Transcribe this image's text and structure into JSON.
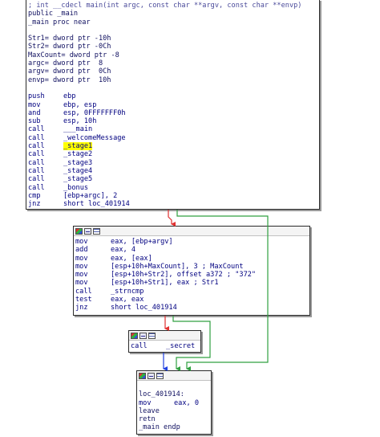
{
  "colors": {
    "edge_false": "#e03030",
    "edge_true": "#30a040",
    "edge_uncond": "#2040e0",
    "background": "#ffffff",
    "highlight": "#ffff00"
  },
  "block_main": [
    "; int __cdecl main(int argc, const char **argv, const char **envp)",
    "public _main",
    "_main proc near",
    "",
    "Str1= dword ptr -10h",
    "Str2= dword ptr -0Ch",
    "MaxCount= dword ptr -8",
    "argc= dword ptr  8",
    "argv= dword ptr  0Ch",
    "envp= dword ptr  10h",
    "",
    "push    ebp",
    "mov     ebp, esp",
    "and     esp, 0FFFFFFF0h",
    "sub     esp, 10h",
    "call    ___main",
    "call    _welcomeMessage",
    "call    _stage1",
    "call    _stage2",
    "call    _stage3",
    "call    _stage4",
    "call    _stage5",
    "call    _bonus",
    "cmp     [ebp+argc], 2",
    "jnz     short loc_401914"
  ],
  "block_strncmp": [
    "mov     eax, [ebp+argv]",
    "add     eax, 4",
    "mov     eax, [eax]",
    "mov     [esp+10h+MaxCount], 3 ; MaxCount",
    "mov     [esp+10h+Str2], offset a372 ; \"372\"",
    "mov     [esp+10h+Str1], eax ; Str1",
    "call    _strncmp",
    "test    eax, eax",
    "jnz     short loc_401914"
  ],
  "block_secret": [
    "call    _secret"
  ],
  "block_exit": [
    "",
    "loc_401914:",
    "mov     eax, 0",
    "leave",
    "retn",
    "_main endp"
  ]
}
